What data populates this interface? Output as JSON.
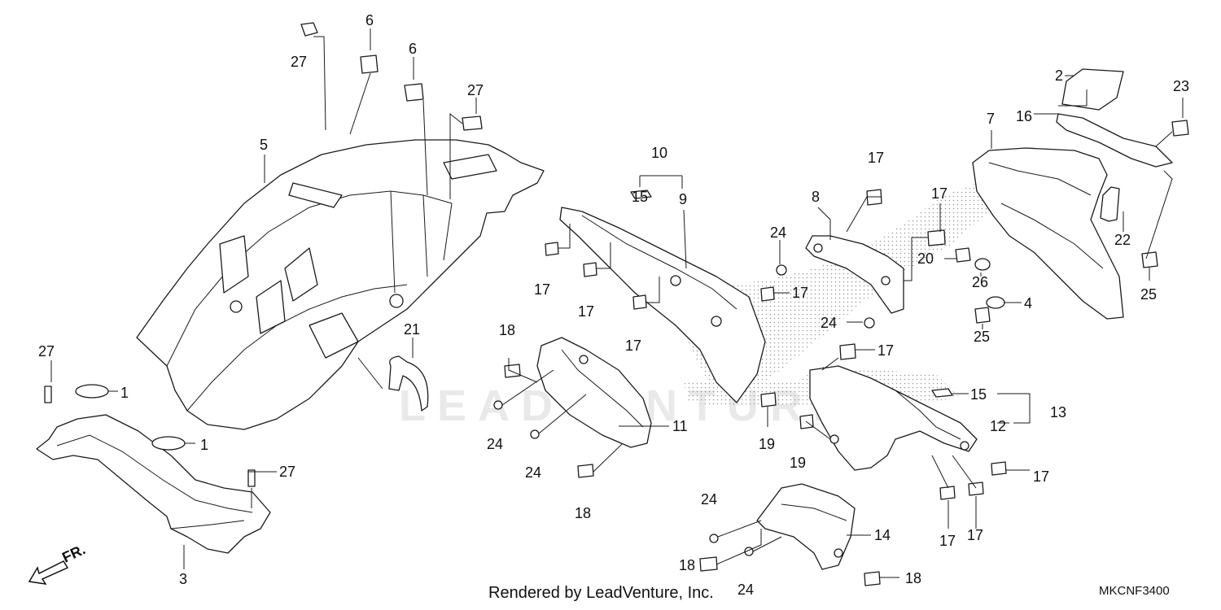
{
  "diagram": {
    "watermark_text": "LEADVENTURE",
    "footer_credit": "Rendered by LeadVenture, Inc.",
    "diagram_code": "MKCNF3400",
    "direction_marker": "FR.",
    "callouts": [
      {
        "id": "c-27a",
        "text": "27"
      },
      {
        "id": "c-6a",
        "text": "6"
      },
      {
        "id": "c-6b",
        "text": "6"
      },
      {
        "id": "c-27b",
        "text": "27"
      },
      {
        "id": "c-5",
        "text": "5"
      },
      {
        "id": "c-27c",
        "text": "27"
      },
      {
        "id": "c-1a",
        "text": "1"
      },
      {
        "id": "c-1b",
        "text": "1"
      },
      {
        "id": "c-27d",
        "text": "27"
      },
      {
        "id": "c-3",
        "text": "3"
      },
      {
        "id": "c-21",
        "text": "21"
      },
      {
        "id": "c-10",
        "text": "10"
      },
      {
        "id": "c-15a",
        "text": "15"
      },
      {
        "id": "c-9",
        "text": "9"
      },
      {
        "id": "c-17a",
        "text": "17"
      },
      {
        "id": "c-17b",
        "text": "17"
      },
      {
        "id": "c-17c",
        "text": "17"
      },
      {
        "id": "c-18a",
        "text": "18"
      },
      {
        "id": "c-24a",
        "text": "24"
      },
      {
        "id": "c-24b",
        "text": "24"
      },
      {
        "id": "c-11",
        "text": "11"
      },
      {
        "id": "c-18b",
        "text": "18"
      },
      {
        "id": "c-19a",
        "text": "19"
      },
      {
        "id": "c-8",
        "text": "8"
      },
      {
        "id": "c-17d",
        "text": "17"
      },
      {
        "id": "c-17e",
        "text": "17"
      },
      {
        "id": "c-24c",
        "text": "24"
      },
      {
        "id": "c-17f",
        "text": "17"
      },
      {
        "id": "c-20",
        "text": "20"
      },
      {
        "id": "c-24d",
        "text": "24"
      },
      {
        "id": "c-17g",
        "text": "17"
      },
      {
        "id": "c-15b",
        "text": "15"
      },
      {
        "id": "c-13",
        "text": "13"
      },
      {
        "id": "c-12",
        "text": "12"
      },
      {
        "id": "c-19b",
        "text": "19"
      },
      {
        "id": "c-17h",
        "text": "17"
      },
      {
        "id": "c-17i",
        "text": "17"
      },
      {
        "id": "c-17j",
        "text": "17"
      },
      {
        "id": "c-24e",
        "text": "24"
      },
      {
        "id": "c-14",
        "text": "14"
      },
      {
        "id": "c-18c",
        "text": "18"
      },
      {
        "id": "c-24f",
        "text": "24"
      },
      {
        "id": "c-18d",
        "text": "18"
      },
      {
        "id": "c-2",
        "text": "2"
      },
      {
        "id": "c-16",
        "text": "16"
      },
      {
        "id": "c-7",
        "text": "7"
      },
      {
        "id": "c-23",
        "text": "23"
      },
      {
        "id": "c-22",
        "text": "22"
      },
      {
        "id": "c-26",
        "text": "26"
      },
      {
        "id": "c-25a",
        "text": "25"
      },
      {
        "id": "c-4",
        "text": "4"
      },
      {
        "id": "c-25b",
        "text": "25"
      }
    ]
  }
}
